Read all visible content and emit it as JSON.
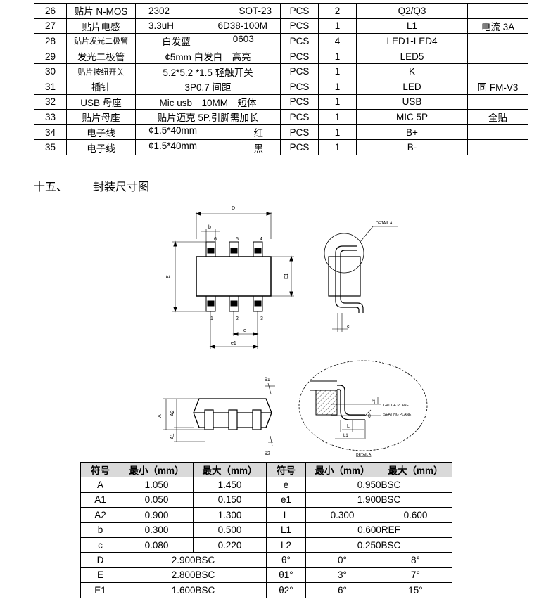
{
  "bom": {
    "rows": [
      {
        "no": "26",
        "name": "贴片 N-MOS",
        "spec_a": "2302",
        "spec_b": "SOT-23",
        "unit": "PCS",
        "qty": "2",
        "ref": "Q2/Q3",
        "note": ""
      },
      {
        "no": "27",
        "name": "贴片电感",
        "spec_a": "3.3uH",
        "spec_b": "6D38-100M",
        "unit": "PCS",
        "qty": "1",
        "ref": "L1",
        "note": "电流 3A"
      },
      {
        "no": "28",
        "name": "贴片发光二极管",
        "spec_a": "白发蓝",
        "spec_b": "0603",
        "unit": "PCS",
        "qty": "4",
        "ref": "LED1-LED4",
        "note": ""
      },
      {
        "no": "29",
        "name": "发光二极管",
        "spec": "¢5mm 白发白　高亮",
        "unit": "PCS",
        "qty": "1",
        "ref": "LED5",
        "note": ""
      },
      {
        "no": "30",
        "name": "贴片按纽开关",
        "spec": "5.2*5.2 *1.5 轻触开关",
        "unit": "PCS",
        "qty": "1",
        "ref": "K",
        "note": ""
      },
      {
        "no": "31",
        "name": "插针",
        "spec": "3P0.7 间距",
        "unit": "PCS",
        "qty": "1",
        "ref": "LED",
        "note": "同 FM-V3"
      },
      {
        "no": "32",
        "name": "USB 母座",
        "spec": "Mic usb　10MM　短体",
        "unit": "PCS",
        "qty": "1",
        "ref": "USB",
        "note": ""
      },
      {
        "no": "33",
        "name": "贴片母座",
        "spec": "贴片迈克 5P,引脚需加长",
        "unit": "PCS",
        "qty": "1",
        "ref": "MIC 5P",
        "note": "全贴"
      },
      {
        "no": "34",
        "name": "电子线",
        "spec_a": "¢1.5*40mm",
        "spec_b": "红",
        "unit": "PCS",
        "qty": "1",
        "ref": "B+",
        "note": ""
      },
      {
        "no": "35",
        "name": "电子线",
        "spec_a": "¢1.5*40mm",
        "spec_b": "黑",
        "unit": "PCS",
        "qty": "1",
        "ref": "B-",
        "note": ""
      }
    ]
  },
  "section": {
    "number": "十五、",
    "title": "封装尺寸图"
  },
  "drawing": {
    "labels": {
      "D": "D",
      "b": "b",
      "E": "E",
      "E1": "E1",
      "e": "e",
      "e1": "e1",
      "pin1": "1",
      "pin2": "2",
      "pin3": "3",
      "pin4": "4",
      "pin5": "5",
      "pin6": "6",
      "detail_a": "DETAIL A",
      "c": "c",
      "theta1": "θ1",
      "theta2": "θ2",
      "A": "A",
      "A1": "A1",
      "A2": "A2",
      "L": "L",
      "L1": "L1",
      "L2": "L2",
      "theta": "θ",
      "gauge_plane": "GAUGE PLANE",
      "seating_plane": "SEATING PLANE",
      "detail_a_caption": "DETAIL A"
    }
  },
  "dimensions": {
    "headers": [
      "符号",
      "最小（mm）",
      "最大（mm）",
      "符号",
      "最小（mm）",
      "最大（mm）"
    ],
    "rows": [
      {
        "sym1": "A",
        "min1": "1.050",
        "max1": "1.450",
        "sym2": "e",
        "val2": "0.950BSC"
      },
      {
        "sym1": "A1",
        "min1": "0.050",
        "max1": "0.150",
        "sym2": "e1",
        "val2": "1.900BSC"
      },
      {
        "sym1": "A2",
        "min1": "0.900",
        "max1": "1.300",
        "sym2": "L",
        "min2": "0.300",
        "max2": "0.600"
      },
      {
        "sym1": "b",
        "min1": "0.300",
        "max1": "0.500",
        "sym2": "L1",
        "val2": "0.600REF"
      },
      {
        "sym1": "c",
        "min1": "0.080",
        "max1": "0.220",
        "sym2": "L2",
        "val2": "0.250BSC"
      },
      {
        "sym1": "D",
        "val1": "2.900BSC",
        "sym2": "θ°",
        "min2": "0°",
        "max2": "8°"
      },
      {
        "sym1": "E",
        "val1": "2.800BSC",
        "sym2": "θ1°",
        "min2": "3°",
        "max2": "7°"
      },
      {
        "sym1": "E1",
        "val1": "1.600BSC",
        "sym2": "θ2°",
        "min2": "6°",
        "max2": "15°"
      }
    ]
  }
}
